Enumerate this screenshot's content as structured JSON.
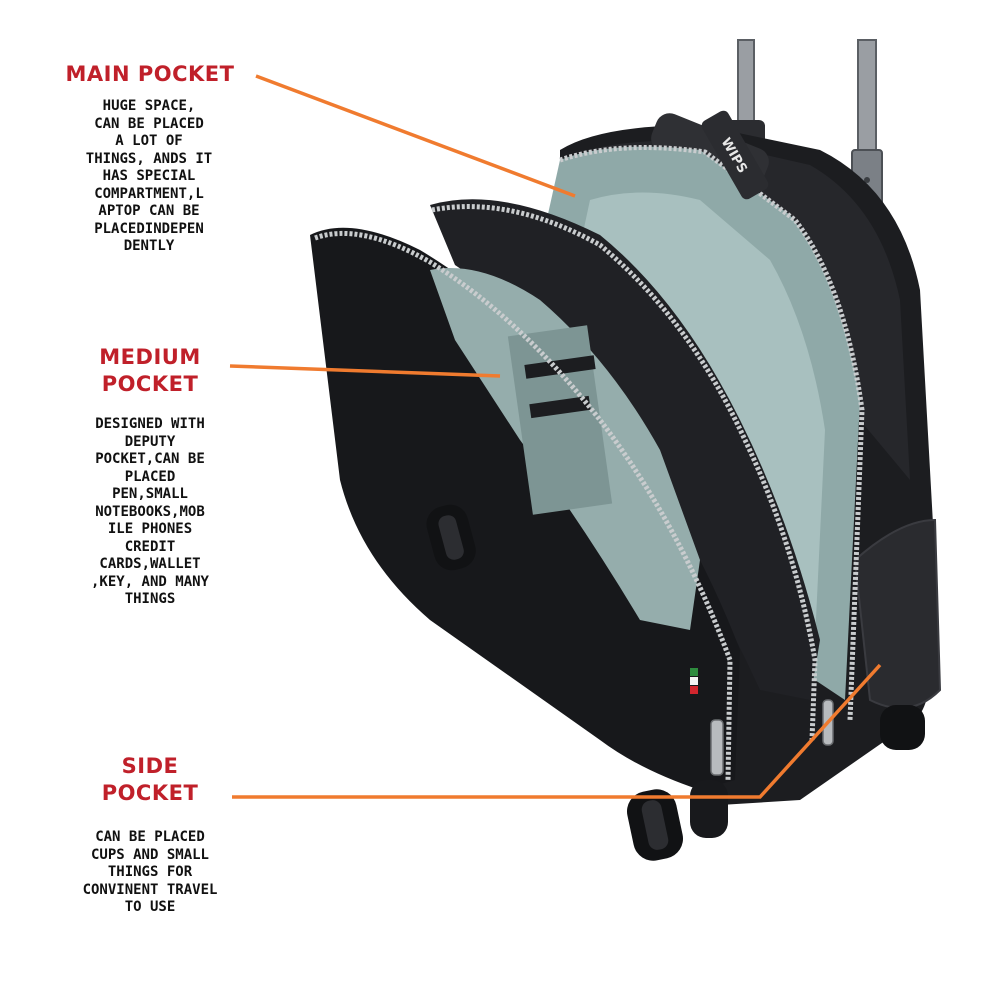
{
  "colors": {
    "title": "#c0202a",
    "body": "#111111",
    "leader": "#f07b2f",
    "bag": "#1c1d20",
    "lining": "#8fa9a8",
    "zipper": "#c9ccce"
  },
  "callouts": {
    "main": {
      "title": [
        "MAIN POCKET"
      ],
      "body": [
        "HUGE SPACE,",
        "CAN BE PLACED",
        "A LOT OF",
        "THINGS, ANDS IT",
        "HAS SPECIAL",
        "COMPARTMENT,L",
        "APTOP CAN BE",
        "PLACEDINDEPEN",
        "DENTLY"
      ]
    },
    "medium": {
      "title": [
        "MEDIUM",
        "POCKET"
      ],
      "body": [
        "DESIGNED WITH",
        "DEPUTY",
        "POCKET,CAN BE",
        "PLACED",
        "PEN,SMALL",
        "NOTEBOOKS,MOB",
        "ILE PHONES",
        "CREDIT",
        "CARDS,WALLET",
        ",KEY, AND MANY",
        "THINGS"
      ]
    },
    "side": {
      "title": [
        "SIDE",
        "POCKET"
      ],
      "body": [
        "CAN BE PLACED",
        "CUPS AND SMALL",
        "THINGS FOR",
        "CONVINENT TRAVEL",
        "TO USE"
      ]
    }
  },
  "product": {
    "brand_logo": "WIPS"
  }
}
